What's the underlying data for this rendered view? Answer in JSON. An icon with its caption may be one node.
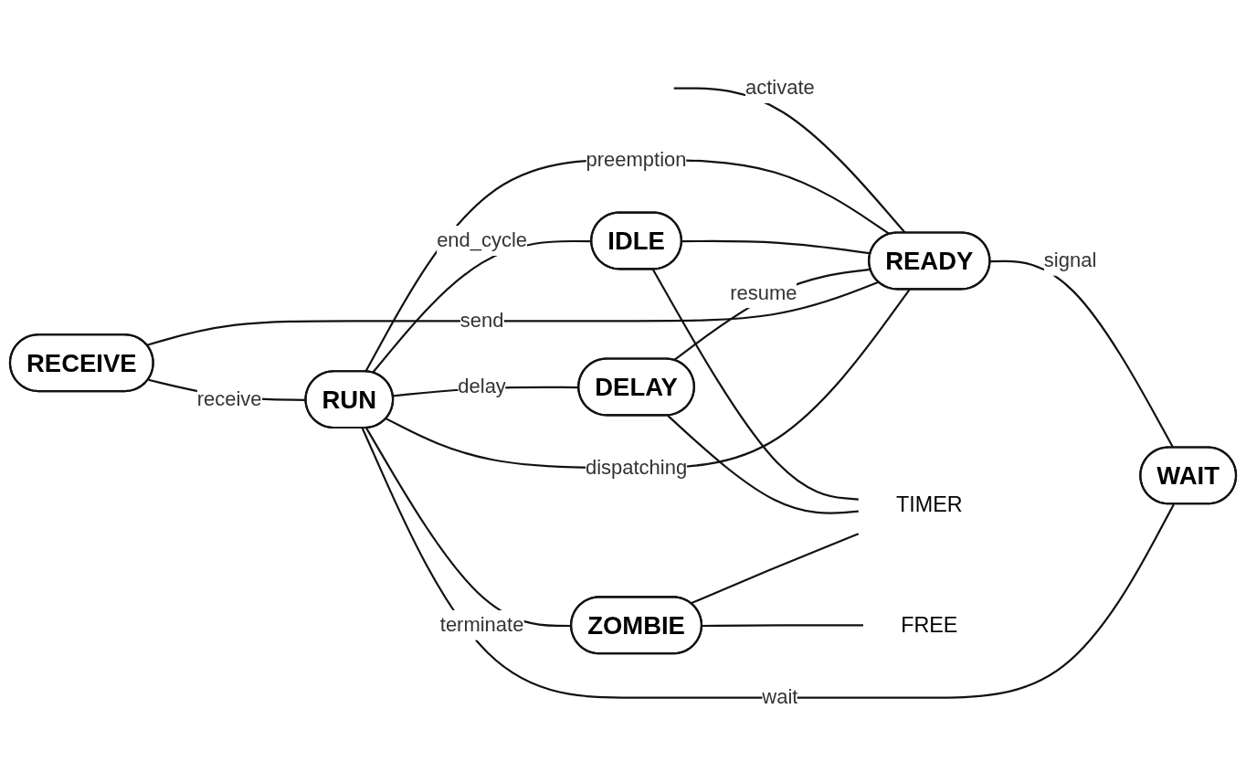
{
  "diagram": {
    "nodes": [
      {
        "text": [
          "RECEIVE"
        ]
      },
      {
        "text": [
          "WAIT"
        ]
      },
      {
        "text": [
          "READY"
        ]
      },
      {
        "text": [
          "RUN"
        ]
      },
      {
        "text": [
          "ZOMBIE"
        ]
      },
      {
        "text": [
          "IDLE"
        ]
      },
      {
        "text": [
          "DELAY"
        ]
      },
      {
        "text": [
          "TIMER"
        ]
      },
      {
        "text": [
          "FREE"
        ]
      }
    ],
    "edges": [
      {
        "from": null,
        "to": 2,
        "arrow": "none",
        "label": "activate"
      },
      {
        "from": 2,
        "to": 0,
        "arrow": "none",
        "label": "send"
      },
      {
        "from": 0,
        "to": 3,
        "arrow": "none",
        "label": "receive"
      },
      {
        "from": 2,
        "to": 1,
        "arrow": "none",
        "label": "signal"
      },
      {
        "from": 1,
        "to": 3,
        "arrow": "none",
        "label": "wait"
      },
      {
        "from": 2,
        "to": 3,
        "arrow": "none",
        "label": "dispatching"
      },
      {
        "from": 3,
        "to": 2,
        "arrow": "none",
        "label": "preemption"
      },
      {
        "from": 3,
        "to": 4,
        "arrow": "none",
        "label": "terminate"
      },
      {
        "from": 4,
        "to": 8,
        "arrow": "none"
      },
      {
        "from": 3,
        "to": 5,
        "arrow": "none",
        "label": "end_cycle"
      },
      {
        "from": 5,
        "to": 2,
        "arrow": "none"
      },
      {
        "from": 3,
        "to": 6,
        "arrow": "none",
        "label": "delay"
      },
      {
        "from": 6,
        "to": 2,
        "arrow": "none",
        "label": "resume"
      },
      {
        "from": 5,
        "to": 7,
        "arrow": "none"
      },
      {
        "from": 6,
        "to": 7,
        "arrow": "none"
      },
      {
        "from": 4,
        "to": 7,
        "arrow": "none"
      }
    ]
  }
}
